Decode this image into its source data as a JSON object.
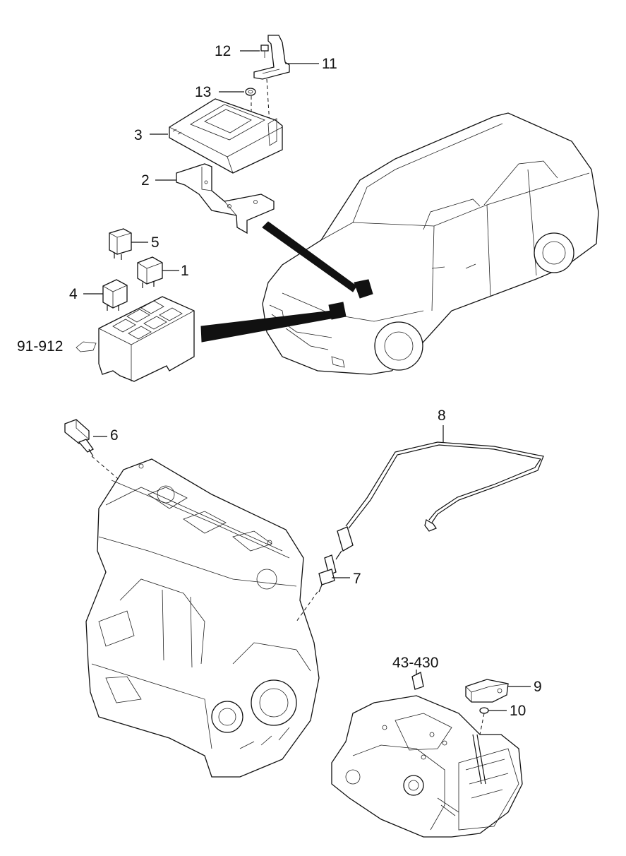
{
  "callouts": [
    {
      "id": "12",
      "text": "12"
    },
    {
      "id": "11",
      "text": "11"
    },
    {
      "id": "13",
      "text": "13"
    },
    {
      "id": "3",
      "text": "3"
    },
    {
      "id": "2",
      "text": "2"
    },
    {
      "id": "5",
      "text": "5"
    },
    {
      "id": "1",
      "text": "1"
    },
    {
      "id": "4",
      "text": "4"
    },
    {
      "id": "91-912",
      "text": "91-912"
    },
    {
      "id": "6",
      "text": "6"
    },
    {
      "id": "8",
      "text": "8"
    },
    {
      "id": "7",
      "text": "7"
    },
    {
      "id": "43-430",
      "text": "43-430"
    },
    {
      "id": "9",
      "text": "9"
    },
    {
      "id": "10",
      "text": "10"
    }
  ]
}
